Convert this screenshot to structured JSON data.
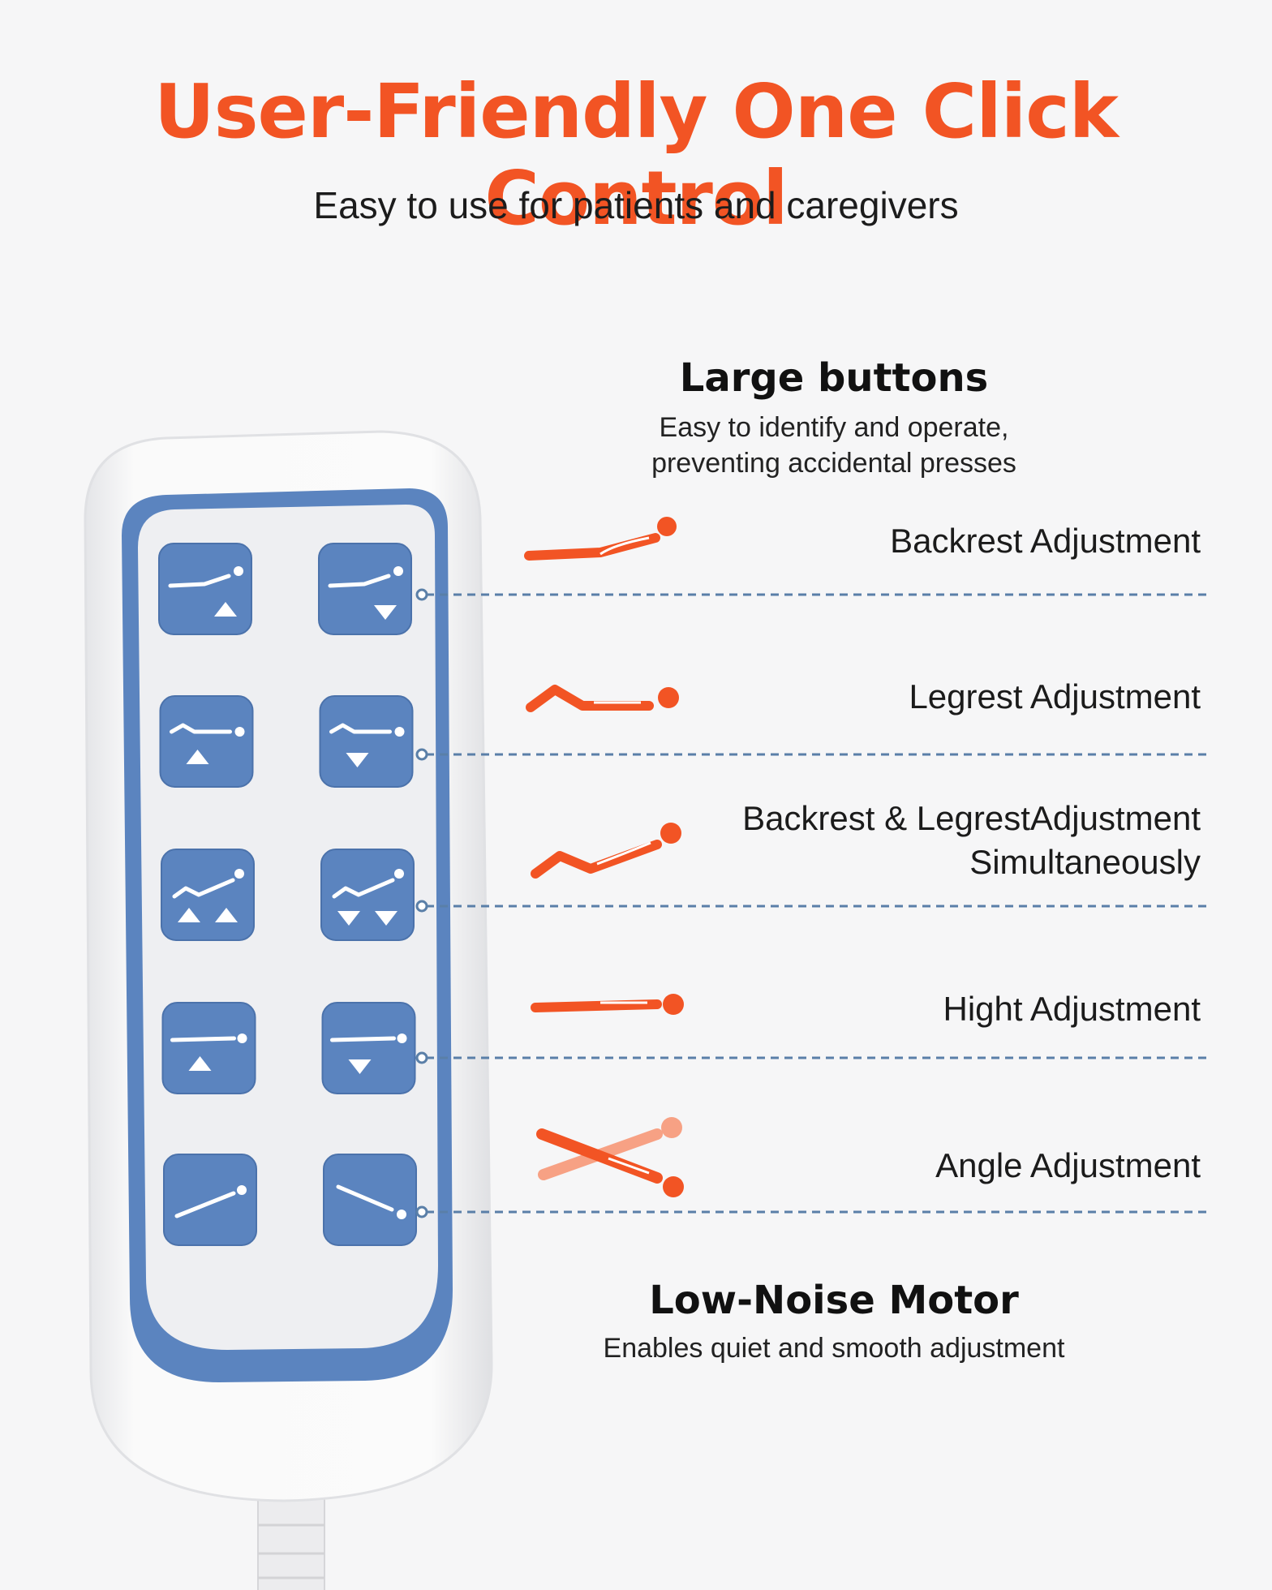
{
  "header": {
    "title": "User-Friendly One Click Control",
    "subtitle": "Easy to use for patients and caregivers"
  },
  "large_buttons": {
    "title": "Large buttons",
    "description": "Easy to identify and operate, preventing accidental presses"
  },
  "functions": [
    {
      "label": "Backrest Adjustment",
      "icon": "backrest-icon"
    },
    {
      "label": "Legrest Adjustment",
      "icon": "legrest-icon"
    },
    {
      "label": "Backrest & LegrestAdjustment",
      "label_line2": "Simultaneously",
      "icon": "backrest-legrest-icon"
    },
    {
      "label": "Hight Adjustment",
      "icon": "height-icon"
    },
    {
      "label": "Angle Adjustment",
      "icon": "angle-icon"
    }
  ],
  "motor": {
    "title": "Low-Noise Motor",
    "description": "Enables quiet and smooth adjustment"
  },
  "colors": {
    "accent": "#f25424",
    "remote_blue": "#5b84bf",
    "dash": "#5a7fa8"
  }
}
